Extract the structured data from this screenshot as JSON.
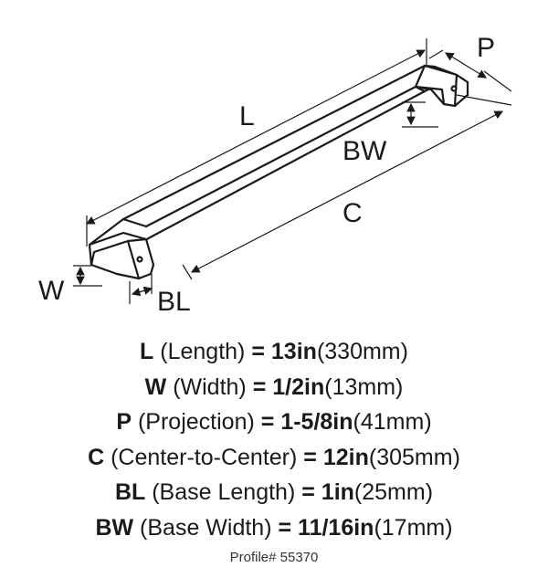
{
  "diagram": {
    "labels": {
      "L": "L",
      "P": "P",
      "BW": "BW",
      "C": "C",
      "W": "W",
      "BL": "BL"
    }
  },
  "specs": [
    {
      "symbol": "L",
      "name": "(Length)",
      "eq": "=",
      "imperial": "13in",
      "metric": "(330mm)"
    },
    {
      "symbol": "W",
      "name": "(Width)",
      "eq": "=",
      "imperial": "1/2in",
      "metric": "(13mm)"
    },
    {
      "symbol": "P",
      "name": "(Projection)",
      "eq": "=",
      "imperial": "1-5/8in",
      "metric": "(41mm)"
    },
    {
      "symbol": "C",
      "name": "(Center-to-Center)",
      "eq": "=",
      "imperial": "12in",
      "metric": "(305mm)"
    },
    {
      "symbol": "BL",
      "name": "(Base Length)",
      "eq": "=",
      "imperial": "1in",
      "metric": "(25mm)"
    },
    {
      "symbol": "BW",
      "name": "(Base Width)",
      "eq": "=",
      "imperial": "11/16in",
      "metric": "(17mm)"
    }
  ],
  "profile": "Profile# 55370"
}
